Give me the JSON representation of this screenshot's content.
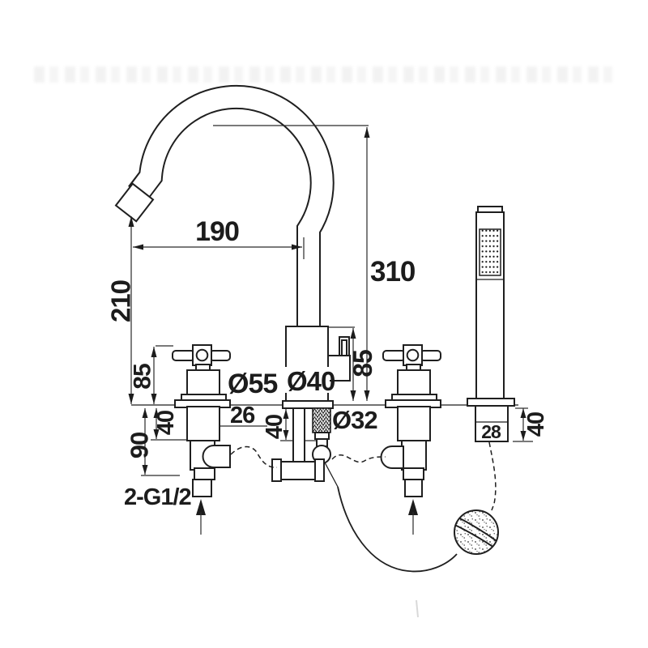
{
  "drawing": {
    "type": "bathtub-faucet-dimension-drawing",
    "line_color": "#1f1f1f",
    "background_color": "#ffffff",
    "dimensions": {
      "spout_reach": "190",
      "overall_height": "310",
      "spout_outlet_height": "210",
      "left_handle_height": "85",
      "body_height": "85",
      "handle_escutcheon_dia": "Ø55",
      "body_dia": "Ø40",
      "hose_dia": "Ø32",
      "handle_body_width": "26",
      "left_deck_depth": "40",
      "center_deck_depth": "40",
      "under_deck_depth": "90",
      "thread_spec": "2-G1/2",
      "shower_socket_width": "28",
      "shower_socket_depth": "40"
    }
  }
}
